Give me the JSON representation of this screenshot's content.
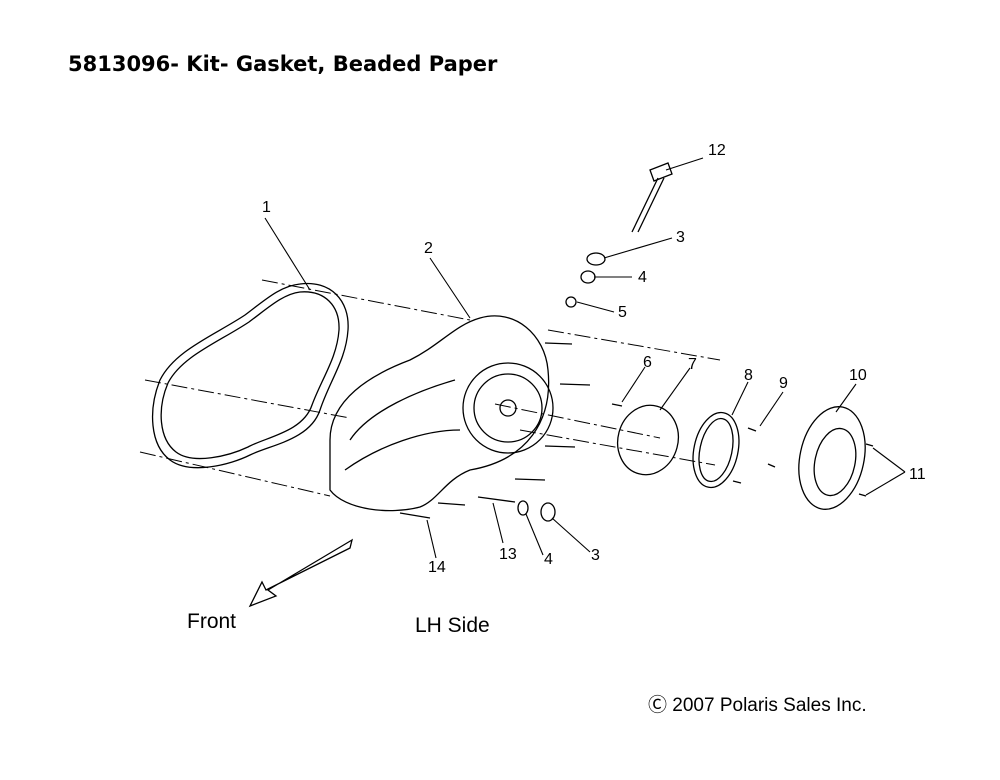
{
  "title": "5813096- Kit- Gasket, Beaded Paper",
  "copyright": "Ⓒ 2007 Polaris Sales Inc.",
  "labels": {
    "front": "Front",
    "side": "LH Side"
  },
  "callouts": [
    "1",
    "2",
    "3",
    "4",
    "5",
    "6",
    "7",
    "8",
    "9",
    "10",
    "11",
    "12",
    "3",
    "4",
    "13",
    "14"
  ]
}
